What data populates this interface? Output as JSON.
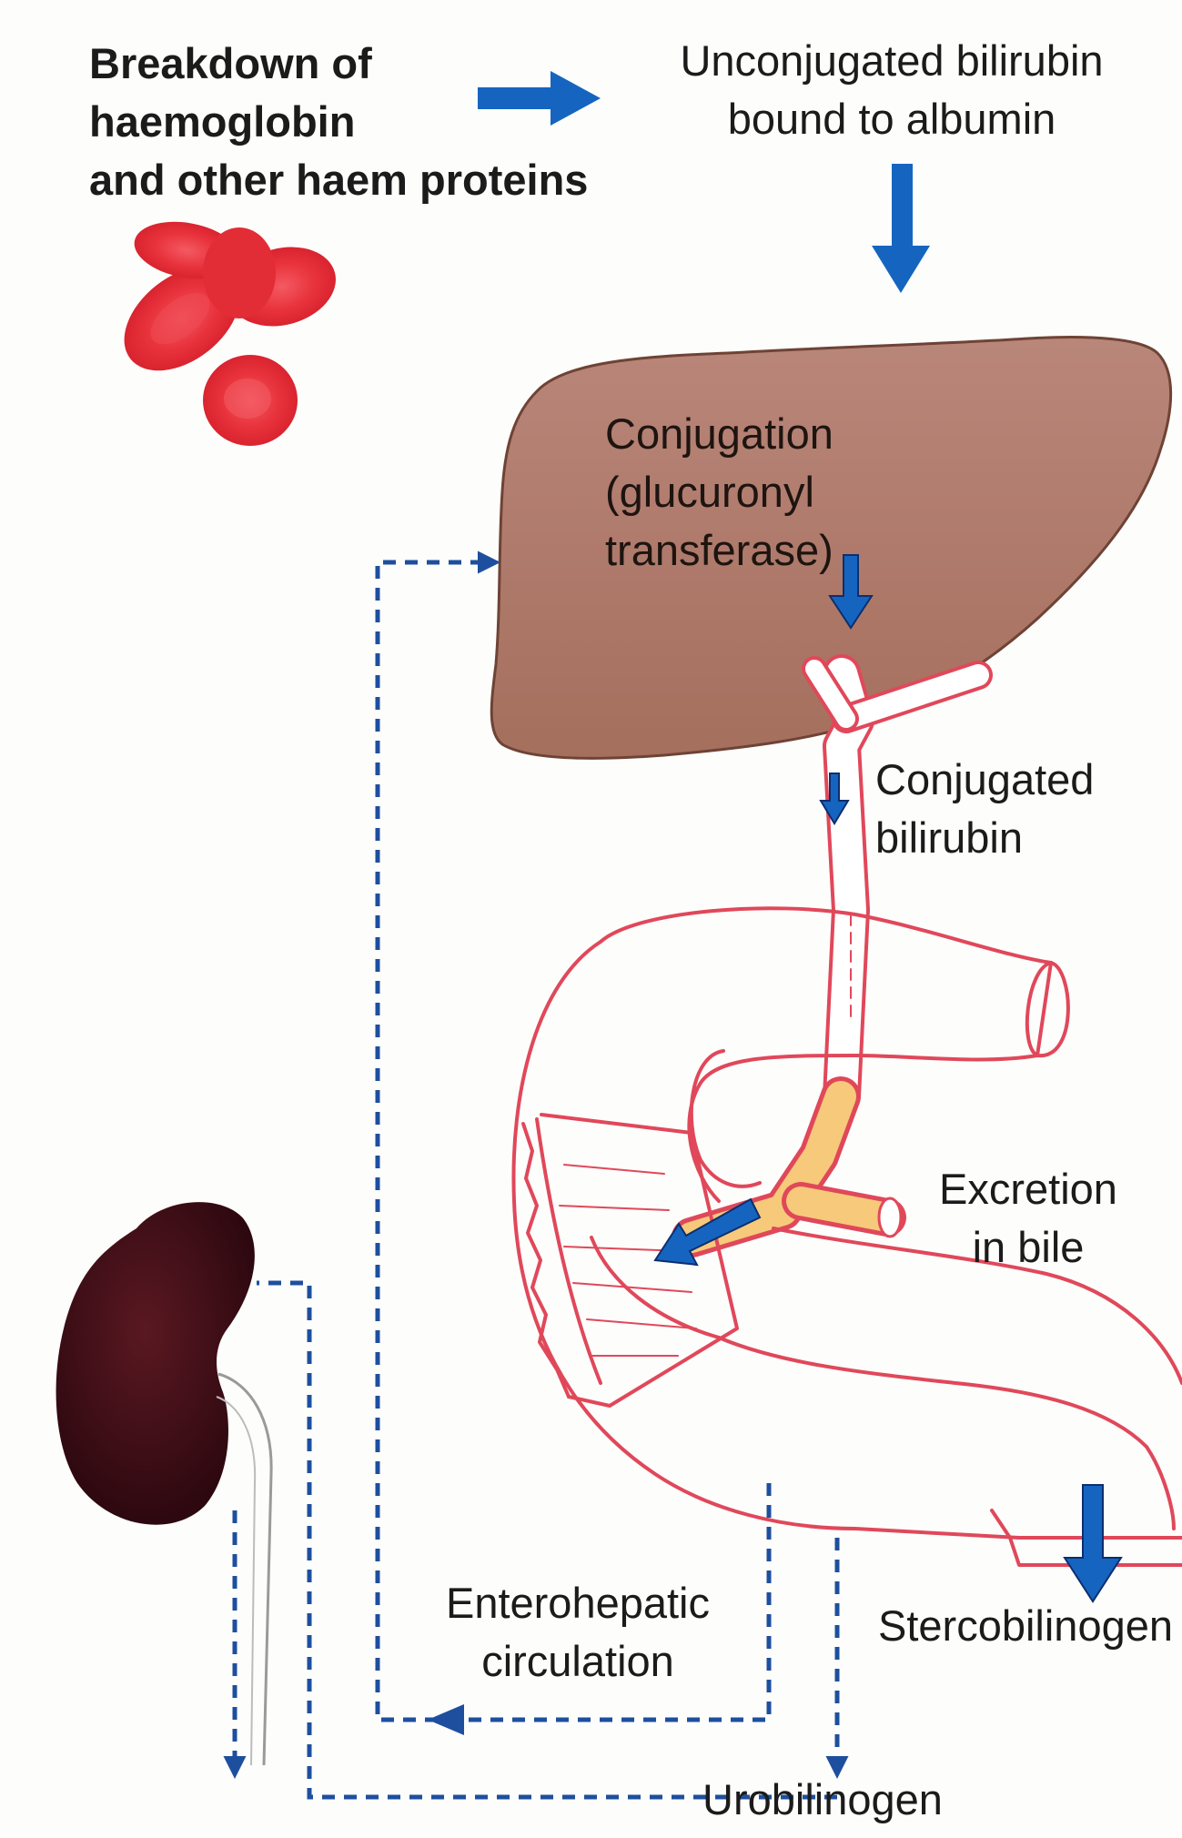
{
  "labels": {
    "breakdown": [
      "Breakdown of",
      "haemoglobin",
      "and other haem proteins"
    ],
    "unconjugated": [
      "Unconjugated bilirubin",
      "bound to albumin"
    ],
    "conjugation": [
      "Conjugation",
      "(glucuronyl",
      "transferase)"
    ],
    "conjugated": [
      "Conjugated",
      "bilirubin"
    ],
    "excretion": [
      "Excretion",
      "in bile"
    ],
    "enterohepatic": [
      "Enterohepatic",
      "circulation"
    ],
    "stercobilinogen": "Stercobilinogen",
    "urobilinogen": "Urobilinogen"
  },
  "colors": {
    "arrow_blue": "#1565c0",
    "dashed_blue": "#1e4f9e",
    "rbc_red": "#e8323c",
    "liver_brown": "#b07c6a",
    "intestine_outline": "#e0485a",
    "kidney_dark": "#3a0d15",
    "bile_yellow": "#f7c97a"
  },
  "icons": [
    "red-blood-cells-icon",
    "liver-icon",
    "intestine-icon",
    "kidney-icon",
    "bile-duct-icon"
  ]
}
